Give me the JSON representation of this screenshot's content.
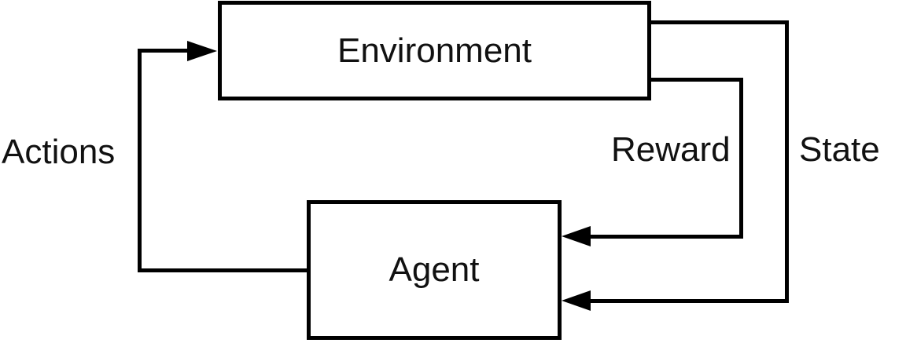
{
  "diagram": {
    "type": "flow-loop",
    "description": "Reinforcement learning interaction loop between Environment and Agent",
    "colors": {
      "background": "#ffffff",
      "line": "#000000",
      "text": "#111111"
    },
    "nodes": [
      {
        "id": "environment",
        "label": "Environment",
        "shape": "rectangle"
      },
      {
        "id": "agent",
        "label": "Agent",
        "shape": "rectangle"
      }
    ],
    "edges": [
      {
        "id": "actions",
        "label": "Actions",
        "from": "agent",
        "to": "environment",
        "route": "left-loop",
        "arrow": "into-environment-left"
      },
      {
        "id": "reward",
        "label": "Reward",
        "from": "environment",
        "to": "agent",
        "route": "inner-right",
        "arrow": "into-agent-right"
      },
      {
        "id": "state",
        "label": "State",
        "from": "environment",
        "to": "agent",
        "route": "outer-right",
        "arrow": "into-agent-right"
      }
    ]
  }
}
